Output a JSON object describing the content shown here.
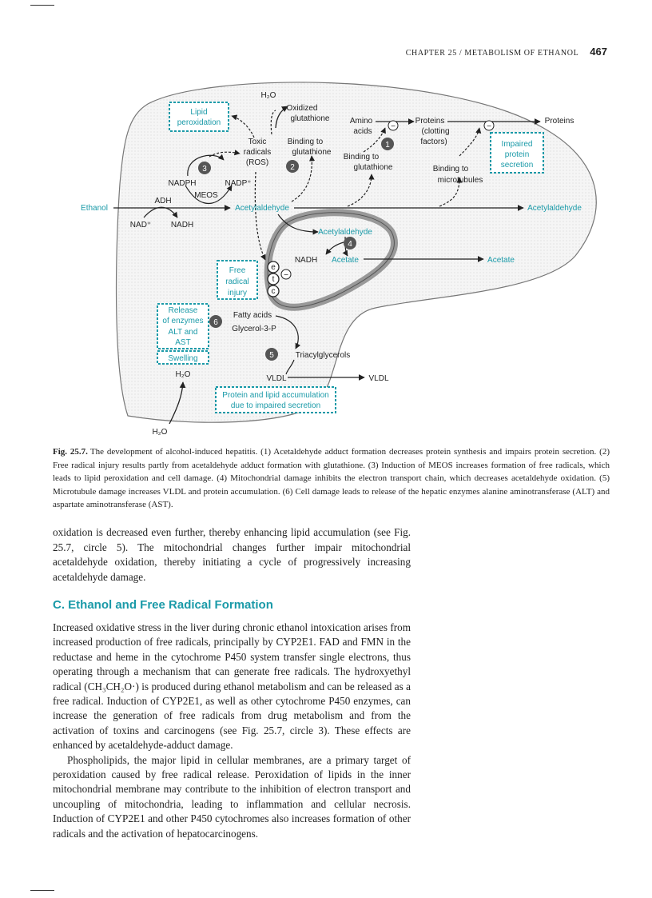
{
  "header": {
    "chapter": "CHAPTER 25 / METABOLISM OF ETHANOL",
    "page_number": "467"
  },
  "figure": {
    "h2o_top": "H₂O",
    "oxidized_glutathione_1": "Oxidized",
    "oxidized_glutathione_2": "glutathione",
    "lipid_peroxidation_1": "Lipid",
    "lipid_peroxidation_2": "peroxidation",
    "toxic_1": "Toxic",
    "toxic_2": "radicals",
    "toxic_3": "(ROS)",
    "binding_glut_1": "Binding to",
    "binding_glut_2": "glutathione",
    "amino_1": "Amino",
    "amino_2": "acids",
    "binding_glut2_1": "Binding to",
    "binding_glut2_2": "glutathione",
    "proteins_clot_1": "Proteins",
    "proteins_clot_2": "(clotting",
    "proteins_clot_3": "factors)",
    "proteins_right": "Proteins",
    "impaired_1": "Impaired",
    "impaired_2": "protein",
    "impaired_3": "secretion",
    "binding_micro_1": "Binding to",
    "binding_micro_2": "microtubules",
    "nadph": "NADPH",
    "nadp": "NADP⁺",
    "meos": "MEOS",
    "adh": "ADH",
    "ethanol": "Ethanol",
    "nad": "NAD⁺",
    "nadh_left": "NADH",
    "acetaldehyde_1": "Acetylaldehyde",
    "acetaldehyde_right": "Acetylaldehyde",
    "acetaldehyde_mito": "Acetylaldehyde",
    "nadh_mito": "NADH",
    "acetate_mito": "Acetate",
    "acetate_right": "Acetate",
    "free_radical_1": "Free",
    "free_radical_2": "radical",
    "free_radical_3": "injury",
    "etc_e": "e",
    "etc_t": "t",
    "etc_c": "c",
    "release_1": "Release",
    "release_2": "of enzymes",
    "release_3": "ALT and",
    "release_4": "AST",
    "swelling": "Swelling",
    "h2o_mid": "H₂O",
    "h2o_bottom": "H₂O",
    "fatty_acids": "Fatty acids",
    "glycerol": "Glycerol-3-P",
    "triacyl": "Triacylglycerols",
    "vldl_1": "VLDL",
    "vldl_2": "VLDL",
    "accum_1": "Protein and lipid accumulation",
    "accum_2": "due to impaired secretion",
    "circles": [
      "1",
      "2",
      "3",
      "4",
      "5",
      "6"
    ],
    "minus": "−"
  },
  "caption": {
    "label": "Fig. 25.7.",
    "text": "The development of alcohol-induced hepatitis. (1) Acetaldehyde adduct formation decreases protein synthesis and impairs protein secretion. (2) Free radical injury results partly from acetaldehyde adduct formation with glutathione. (3) Induction of MEOS increases formation of free radicals, which leads to lipid peroxidation and cell damage. (4) Mitochondrial damage inhibits the electron transport chain, which decreases acetaldehyde oxidation. (5) Microtubule damage increases VLDL and protein accumulation. (6) Cell damage leads to release of the hepatic enzymes alanine aminotransferase (ALT) and aspartate aminotransferase (AST)."
  },
  "body": {
    "para1": "oxidation is decreased even further, thereby enhancing lipid accumulation (see Fig. 25.7, circle 5). The mitochondrial changes further impair mitochondrial acetaldehyde oxidation, thereby initiating a cycle of progressively increasing acetaldehyde damage.",
    "heading": "C.  Ethanol and Free Radical Formation",
    "para2": "Increased oxidative stress in the liver during chronic ethanol intoxication arises from increased production of free radicals, principally by CYP2E1. FAD and FMN in the reductase and heme in the cytochrome P450 system transfer single electrons, thus operating through a mechanism that can generate free radicals. The hydroxyethyl radical (CH₃CH₂O·) is produced during ethanol metabolism and can be released as a free radical. Induction of CYP2E1, as well as other cytochrome P450 enzymes, can increase the generation of free radicals from drug metabolism and from the activation of toxins and carcinogens (see Fig. 25.7, circle 3). These effects are enhanced by acetaldehyde-adduct damage.",
    "para3": "Phospholipids, the major lipid in cellular membranes, are a primary target of peroxidation caused by free radical release. Peroxidation of lipids in the inner mitochondrial membrane may contribute to the inhibition of electron transport and uncoupling of mitochondria, leading to inflammation and cellular necrosis. Induction of CYP2E1 and other P450 cytochromes also increases formation of other radicals and the activation of hepatocarcinogens."
  }
}
